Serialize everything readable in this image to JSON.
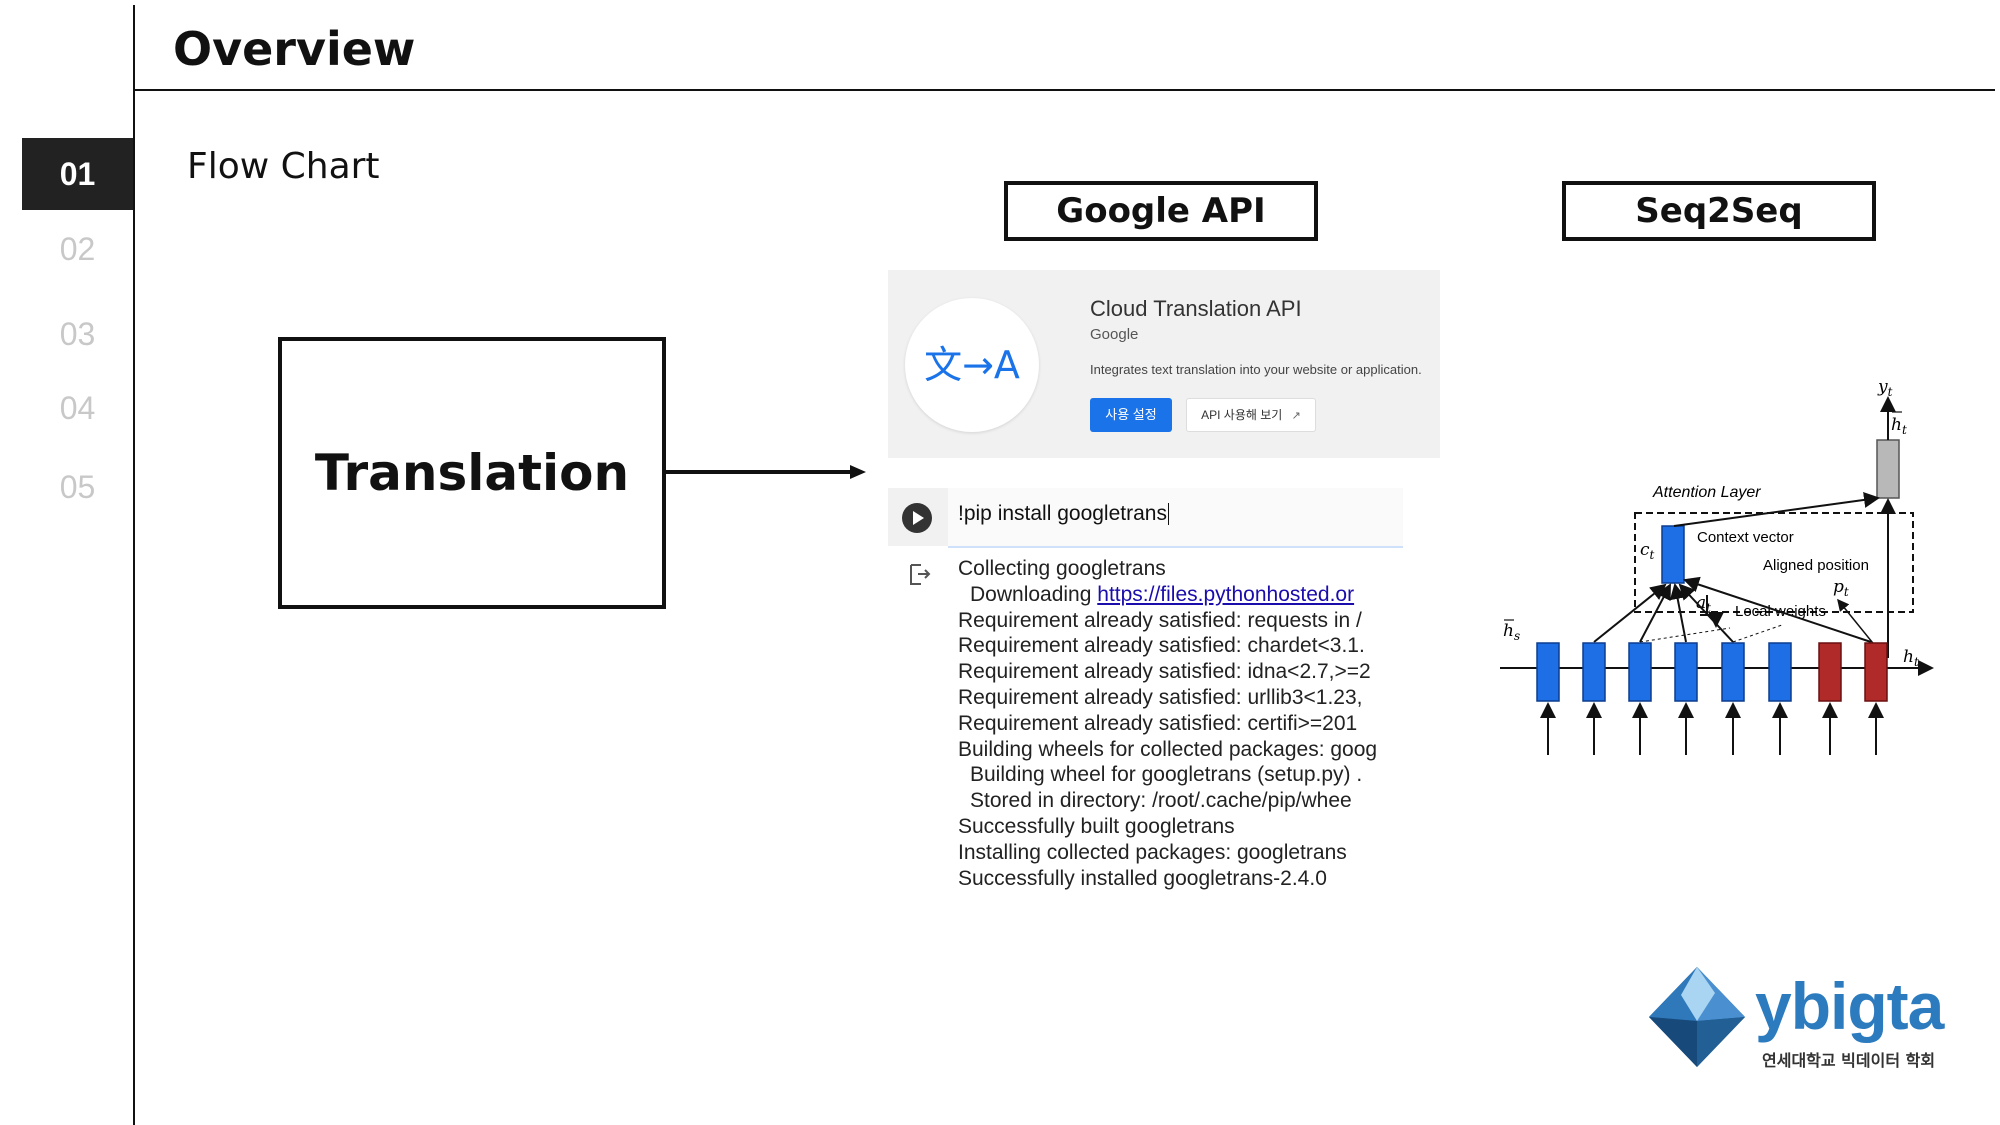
{
  "page": {
    "title": "Overview",
    "section": "Flow Chart"
  },
  "nav": {
    "items": [
      {
        "label": "01",
        "active": true
      },
      {
        "label": "02",
        "active": false
      },
      {
        "label": "03",
        "active": false
      },
      {
        "label": "04",
        "active": false
      },
      {
        "label": "05",
        "active": false
      }
    ]
  },
  "flow": {
    "google_header": "Google API",
    "seq_header": "Seq2Seq",
    "translation": "Translation"
  },
  "api_card": {
    "logo_text": "文→A",
    "name": "Cloud Translation API",
    "vendor": "Google",
    "description": "Integrates text translation into your website or application.",
    "enable_label": "사용 설정",
    "try_label": "API 사용해 보기"
  },
  "code_cell": {
    "command": "!pip install googletrans",
    "output": [
      "Collecting googletrans",
      "Downloading https://files.pythonhosted.or",
      "Requirement already satisfied: requests in /",
      "Requirement already satisfied: chardet<3.1.",
      "Requirement already satisfied: idna<2.7,>=2",
      "Requirement already satisfied: urllib3<1.23,",
      "Requirement already satisfied: certifi>=201",
      "Building wheels for collected packages: goog",
      "Building wheel for googletrans (setup.py) .",
      "Stored in directory: /root/.cache/pip/whee",
      "Successfully built googletrans",
      "Installing collected packages: googletrans",
      "Successfully installed googletrans-2.4.0"
    ],
    "download_prefix": "Downloading ",
    "download_link": "https://files.pythonhosted.or"
  },
  "diagram": {
    "attention_layer": "Attention Layer",
    "context_vector": "Context vector",
    "aligned_position": "Aligned position",
    "local_weights": "Local weights",
    "sym_y": "y",
    "sym_h": "h",
    "sym_c": "c",
    "sym_a": "a",
    "sym_p": "p",
    "sub_t": "t",
    "sub_s": "s"
  },
  "logo": {
    "word": "ybigta",
    "sub": "연세대학교 빅데이터 학회"
  }
}
